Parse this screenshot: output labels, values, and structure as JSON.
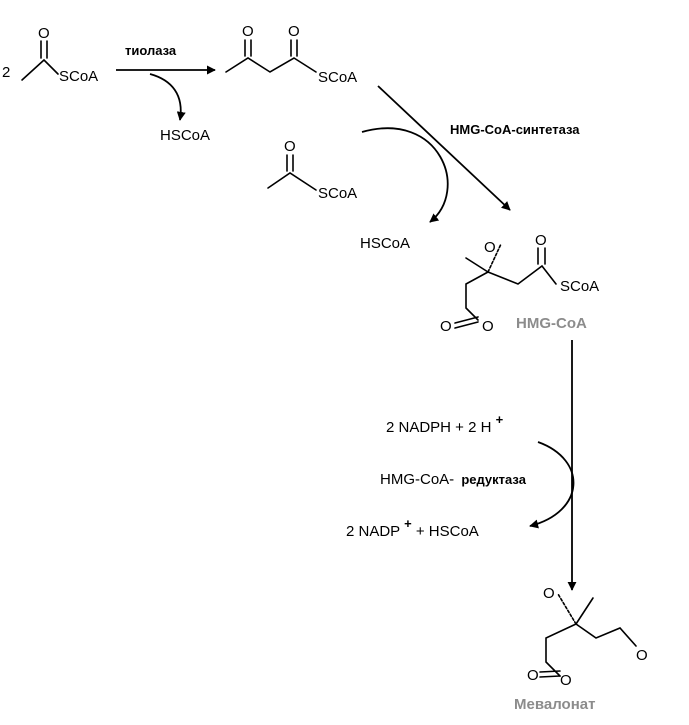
{
  "reaction1": {
    "coefficient": "2",
    "reactant_group": "SCoA",
    "enzyme": "тиолаза",
    "byproduct": "HSCoA",
    "product_group": "SCoA"
  },
  "reaction2": {
    "enzyme": "HMG-CoA-синтетаза",
    "acetyl_group": "SCoA",
    "byproduct": "HSCoA",
    "product_group": "SCoA",
    "product_name": "HMG-CoA"
  },
  "reaction3": {
    "cofactor_in": "2 NADPH + 2 H",
    "cofactor_in_sup": "+",
    "enzyme_main": "HMG-CoA-",
    "enzyme_suffix": "редуктаза",
    "cofactor_out_a": "2 NADP",
    "cofactor_out_sup": "+",
    "cofactor_out_b": " + HSCoA",
    "product_name": "Мевалонат"
  },
  "atoms": {
    "oxygen": "O"
  },
  "colors": {
    "line": "#000000",
    "product_label": "#8c8c8c"
  }
}
